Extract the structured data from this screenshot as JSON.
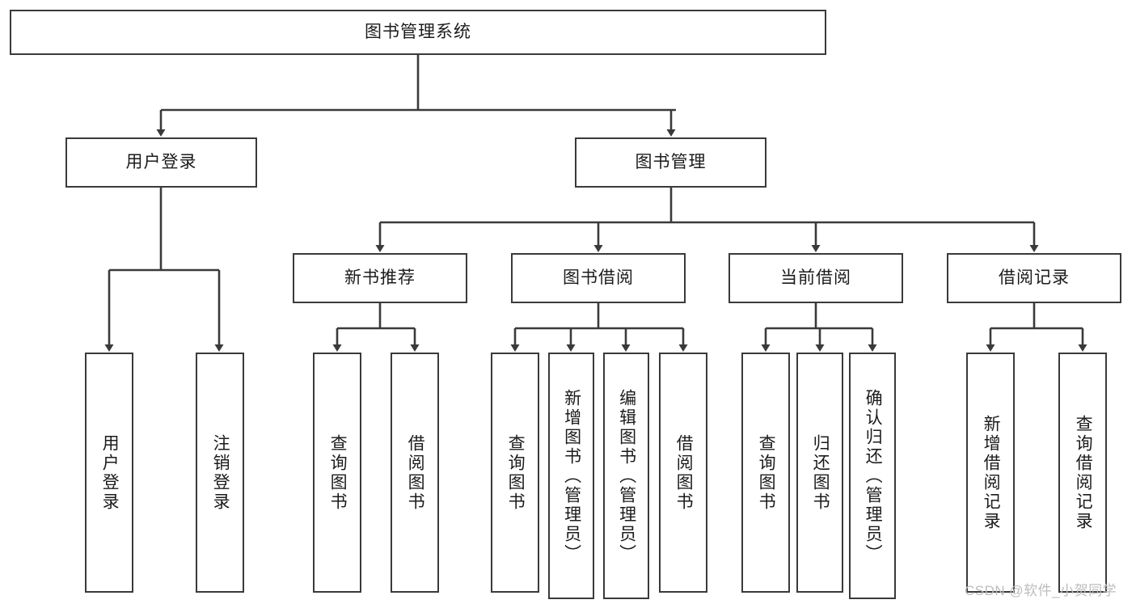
{
  "diagram": {
    "title": "图书管理系统",
    "type": "tree-hierarchy",
    "watermark": "CSDN @软件_小贺同学",
    "colors": {
      "stroke": "#3a3a3a",
      "fill": "#ffffff",
      "text": "#1b1b1b",
      "watermark": "#bdbdbd"
    },
    "nodes": {
      "root": {
        "label": "图书管理系统",
        "orientation": "horizontal"
      },
      "l2": [
        {
          "id": "user_login",
          "label": "用户登录",
          "orientation": "horizontal"
        },
        {
          "id": "book_manage",
          "label": "图书管理",
          "orientation": "horizontal"
        }
      ],
      "l3": [
        {
          "id": "new_book_rec",
          "label": "新书推荐",
          "orientation": "horizontal"
        },
        {
          "id": "book_borrow",
          "label": "图书借阅",
          "orientation": "horizontal"
        },
        {
          "id": "current_borrow",
          "label": "当前借阅",
          "orientation": "horizontal"
        },
        {
          "id": "borrow_record",
          "label": "借阅记录",
          "orientation": "horizontal"
        }
      ],
      "leaves": [
        {
          "id": "leaf_user_login",
          "label": "用户登录",
          "parent": "user_login",
          "orientation": "vertical"
        },
        {
          "id": "leaf_user_logout",
          "label": "注销登录",
          "parent": "user_login",
          "orientation": "vertical"
        },
        {
          "id": "leaf_query_book_1",
          "label": "查询图书",
          "parent": "new_book_rec",
          "orientation": "vertical"
        },
        {
          "id": "leaf_borrow_book_1",
          "label": "借阅图书",
          "parent": "new_book_rec",
          "orientation": "vertical"
        },
        {
          "id": "leaf_query_book_2",
          "label": "查询图书",
          "parent": "book_borrow",
          "orientation": "vertical"
        },
        {
          "id": "leaf_add_book",
          "label": "新增图书（管理员）",
          "parent": "book_borrow",
          "orientation": "vertical"
        },
        {
          "id": "leaf_edit_book",
          "label": "编辑图书（管理员）",
          "parent": "book_borrow",
          "orientation": "vertical"
        },
        {
          "id": "leaf_borrow_book_2",
          "label": "借阅图书",
          "parent": "book_borrow",
          "orientation": "vertical"
        },
        {
          "id": "leaf_query_book_3",
          "label": "查询图书",
          "parent": "current_borrow",
          "orientation": "vertical"
        },
        {
          "id": "leaf_return_book",
          "label": "归还图书",
          "parent": "current_borrow",
          "orientation": "vertical"
        },
        {
          "id": "leaf_confirm_return",
          "label": "确认归还（管理员）",
          "parent": "current_borrow",
          "orientation": "vertical"
        },
        {
          "id": "leaf_add_record",
          "label": "新增借阅记录",
          "parent": "borrow_record",
          "orientation": "vertical"
        },
        {
          "id": "leaf_query_record",
          "label": "查询借阅记录",
          "parent": "borrow_record",
          "orientation": "vertical"
        }
      ]
    }
  }
}
